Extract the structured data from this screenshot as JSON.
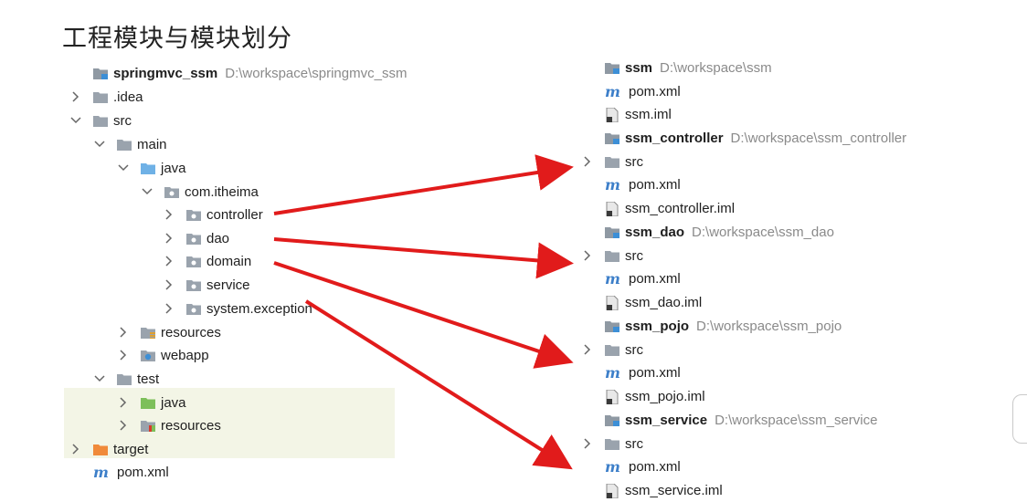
{
  "title": "工程模块与模块划分",
  "left_tree": [
    {
      "name": "springmvc_ssm",
      "path": "D:\\workspace\\springmvc_ssm",
      "icon": "module-folder-icon",
      "bold": true,
      "expand": "none"
    },
    {
      "name": ".idea",
      "icon": "folder-icon",
      "expand": "collapsed"
    },
    {
      "name": "src",
      "icon": "folder-icon",
      "expand": "expanded"
    },
    {
      "name": "main",
      "icon": "folder-icon",
      "expand": "expanded"
    },
    {
      "name": "java",
      "icon": "source-folder-icon",
      "expand": "expanded"
    },
    {
      "name": "com.itheima",
      "icon": "package-icon",
      "expand": "expanded"
    },
    {
      "name": "controller",
      "icon": "package-icon",
      "expand": "collapsed"
    },
    {
      "name": "dao",
      "icon": "package-icon",
      "expand": "collapsed"
    },
    {
      "name": "domain",
      "icon": "package-icon",
      "expand": "collapsed"
    },
    {
      "name": "service",
      "icon": "package-icon",
      "expand": "collapsed"
    },
    {
      "name": "system.exception",
      "icon": "package-icon",
      "expand": "collapsed"
    },
    {
      "name": "resources",
      "icon": "resources-folder-icon",
      "expand": "collapsed"
    },
    {
      "name": "webapp",
      "icon": "web-folder-icon",
      "expand": "collapsed"
    },
    {
      "name": "test",
      "icon": "folder-icon",
      "expand": "expanded"
    },
    {
      "name": "java",
      "icon": "test-source-folder-icon",
      "expand": "collapsed"
    },
    {
      "name": "resources",
      "icon": "test-resources-folder-icon",
      "expand": "collapsed"
    },
    {
      "name": "target",
      "icon": "excluded-folder-icon",
      "expand": "collapsed"
    },
    {
      "name": "pom.xml",
      "icon": "maven-icon",
      "expand": "none"
    }
  ],
  "right_tree": [
    {
      "name": "ssm",
      "path": "D:\\workspace\\ssm",
      "icon": "module-folder-icon",
      "bold": true,
      "expand": "none"
    },
    {
      "name": "pom.xml",
      "icon": "maven-icon",
      "expand": "none"
    },
    {
      "name": "ssm.iml",
      "icon": "iml-file-icon",
      "expand": "none"
    },
    {
      "name": "ssm_controller",
      "path": "D:\\workspace\\ssm_controller",
      "icon": "module-folder-icon",
      "bold": true,
      "expand": "none"
    },
    {
      "name": "src",
      "icon": "folder-icon",
      "expand": "collapsed"
    },
    {
      "name": "pom.xml",
      "icon": "maven-icon",
      "expand": "none"
    },
    {
      "name": "ssm_controller.iml",
      "icon": "iml-file-icon",
      "expand": "none"
    },
    {
      "name": "ssm_dao",
      "path": "D:\\workspace\\ssm_dao",
      "icon": "module-folder-icon",
      "bold": true,
      "expand": "none"
    },
    {
      "name": "src",
      "icon": "folder-icon",
      "expand": "collapsed"
    },
    {
      "name": "pom.xml",
      "icon": "maven-icon",
      "expand": "none"
    },
    {
      "name": "ssm_dao.iml",
      "icon": "iml-file-icon",
      "expand": "none"
    },
    {
      "name": "ssm_pojo",
      "path": "D:\\workspace\\ssm_pojo",
      "icon": "module-folder-icon",
      "bold": true,
      "expand": "none"
    },
    {
      "name": "src",
      "icon": "folder-icon",
      "expand": "collapsed"
    },
    {
      "name": "pom.xml",
      "icon": "maven-icon",
      "expand": "none"
    },
    {
      "name": "ssm_pojo.iml",
      "icon": "iml-file-icon",
      "expand": "none"
    },
    {
      "name": "ssm_service",
      "path": "D:\\workspace\\ssm_service",
      "icon": "module-folder-icon",
      "bold": true,
      "expand": "none"
    },
    {
      "name": "src",
      "icon": "folder-icon",
      "expand": "collapsed"
    },
    {
      "name": "pom.xml",
      "icon": "maven-icon",
      "expand": "none"
    },
    {
      "name": "ssm_service.iml",
      "icon": "iml-file-icon",
      "expand": "none"
    }
  ],
  "arrow_color": "#e11b1b",
  "highlight_color": "#f3f5e6"
}
